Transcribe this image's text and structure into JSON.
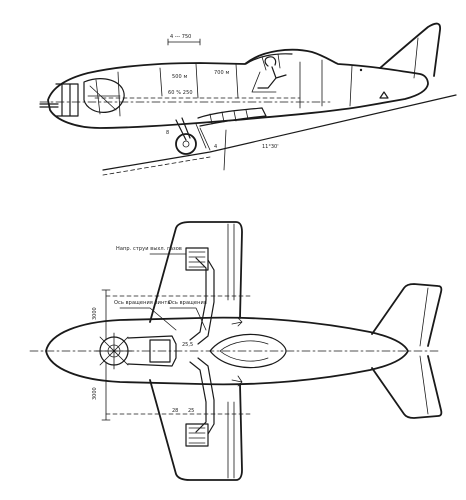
{
  "side_view": {
    "annotations": [
      {
        "id": "dim-top",
        "text": "4 --- 750"
      },
      {
        "id": "comp-1",
        "text": "500 м"
      },
      {
        "id": "comp-2",
        "text": "700 м"
      },
      {
        "id": "comp-3",
        "text": "60 % 250"
      },
      {
        "id": "angle",
        "text": "11°30'"
      },
      {
        "id": "gear-1",
        "text": "8"
      },
      {
        "id": "gear-2",
        "text": "4"
      }
    ]
  },
  "plan_view": {
    "annotations": [
      {
        "id": "note-top",
        "text": "Напр. струи выхл. газов"
      },
      {
        "id": "note-left",
        "text": "Ось вращения винта"
      },
      {
        "id": "note-mid",
        "text": "Ось вращения"
      },
      {
        "id": "dim-upper",
        "text": "3000"
      },
      {
        "id": "dim-lower",
        "text": "3000"
      },
      {
        "id": "label-a",
        "text": "25,5"
      },
      {
        "id": "label-b",
        "text": "28"
      },
      {
        "id": "label-c",
        "text": "25"
      }
    ]
  }
}
